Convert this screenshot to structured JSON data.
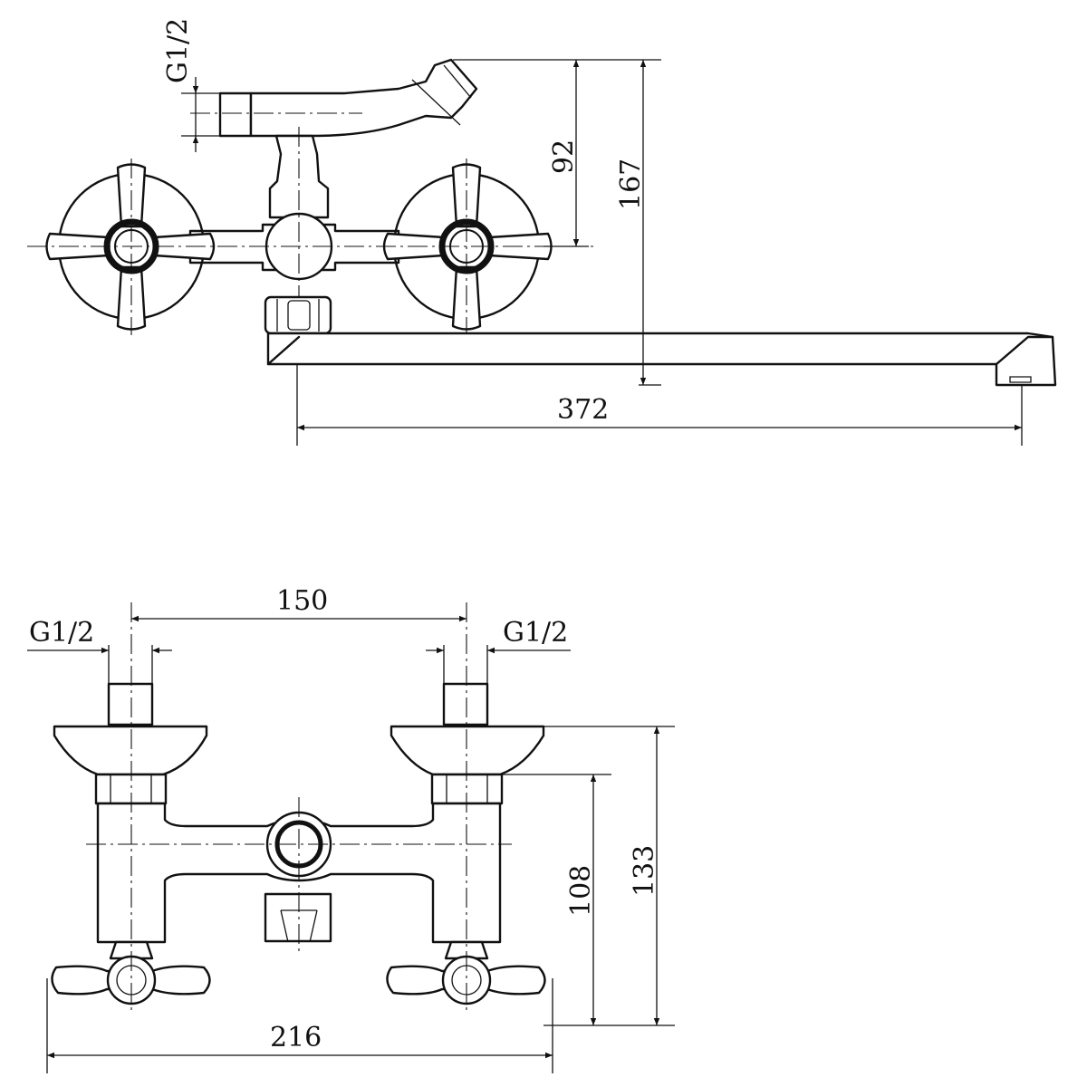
{
  "top_view": {
    "thread_label": "G1/2",
    "dim_spout_axis": "92",
    "dim_total_height": "167",
    "dim_spout_length": "372"
  },
  "bottom_view": {
    "thread_label_left": "G1/2",
    "thread_label_right": "G1/2",
    "dim_inlet_spacing": "150",
    "dim_handle_axis": "108",
    "dim_total_height": "133",
    "dim_total_width": "216"
  }
}
